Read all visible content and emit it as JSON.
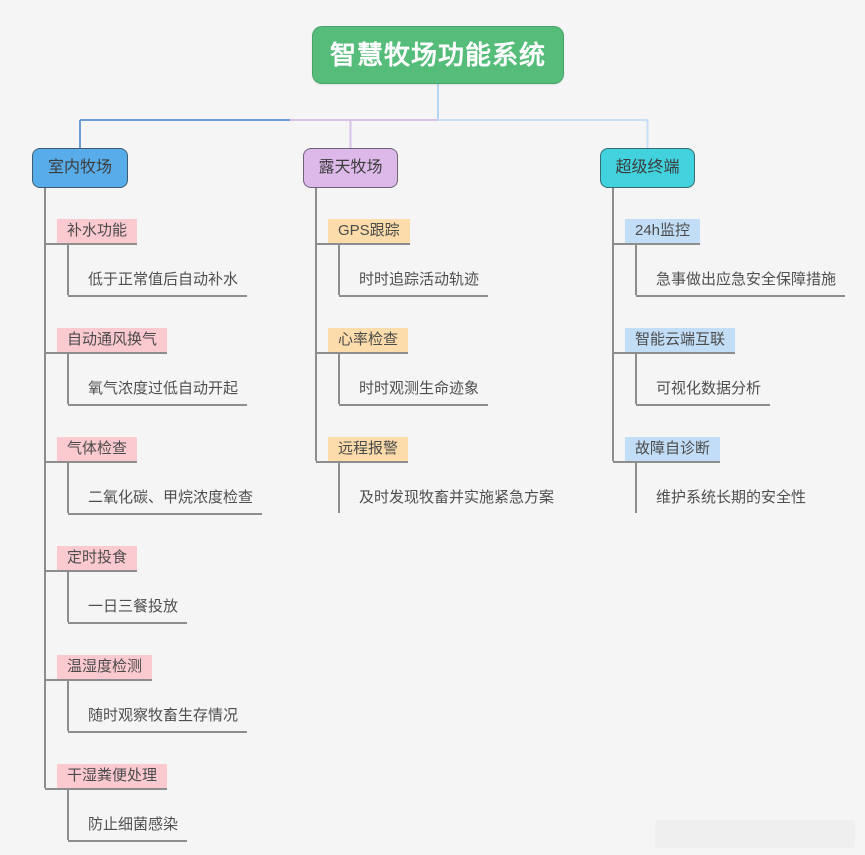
{
  "root": {
    "label": "智慧牧场功能系统",
    "fill": "#55bd79",
    "text_color": "#ffffff"
  },
  "connector_colors": {
    "root_stem": "#b5d6f0",
    "gray": "#8d8d8d"
  },
  "branches": [
    {
      "label": "室内牧场",
      "fill": "#57ace9",
      "node_fill": "#fbc9d0",
      "line_color": "#6b9fd4",
      "items": [
        {
          "label": "补水功能",
          "detail": "低于正常值后自动补水",
          "detail_underline": true
        },
        {
          "label": "自动通风换气",
          "detail": "氧气浓度过低自动开起",
          "detail_underline": true
        },
        {
          "label": "气体检查",
          "detail": "二氧化碳、甲烷浓度检查",
          "detail_underline": true
        },
        {
          "label": "定时投食",
          "detail": "一日三餐投放",
          "detail_underline": true
        },
        {
          "label": "温湿度检测",
          "detail": "随时观察牧畜生存情况",
          "detail_underline": true
        },
        {
          "label": "干湿粪便处理",
          "detail": "防止细菌感染",
          "detail_underline": true
        }
      ]
    },
    {
      "label": "露天牧场",
      "fill": "#dcb9e9",
      "node_fill": "#fcdcab",
      "line_color": "#d8c2ea",
      "items": [
        {
          "label": "GPS跟踪",
          "detail": "时时追踪活动轨迹",
          "detail_underline": true
        },
        {
          "label": "心率检查",
          "detail": "时时观测生命迹象",
          "detail_underline": true
        },
        {
          "label": "远程报警",
          "detail": "及时发现牧畜并实施紧急方案",
          "detail_underline": false
        }
      ]
    },
    {
      "label": "超级终端",
      "fill": "#41d2dd",
      "node_fill": "#c2ddf6",
      "line_color": "#c6dff6",
      "items": [
        {
          "label": "24h监控",
          "detail": "急事做出应急安全保障措施",
          "detail_underline": true
        },
        {
          "label": "智能云端互联",
          "detail": "可视化数据分析",
          "detail_underline": true
        },
        {
          "label": "故障自诊断",
          "detail": "维护系统长期的安全性",
          "detail_underline": false
        }
      ]
    }
  ]
}
